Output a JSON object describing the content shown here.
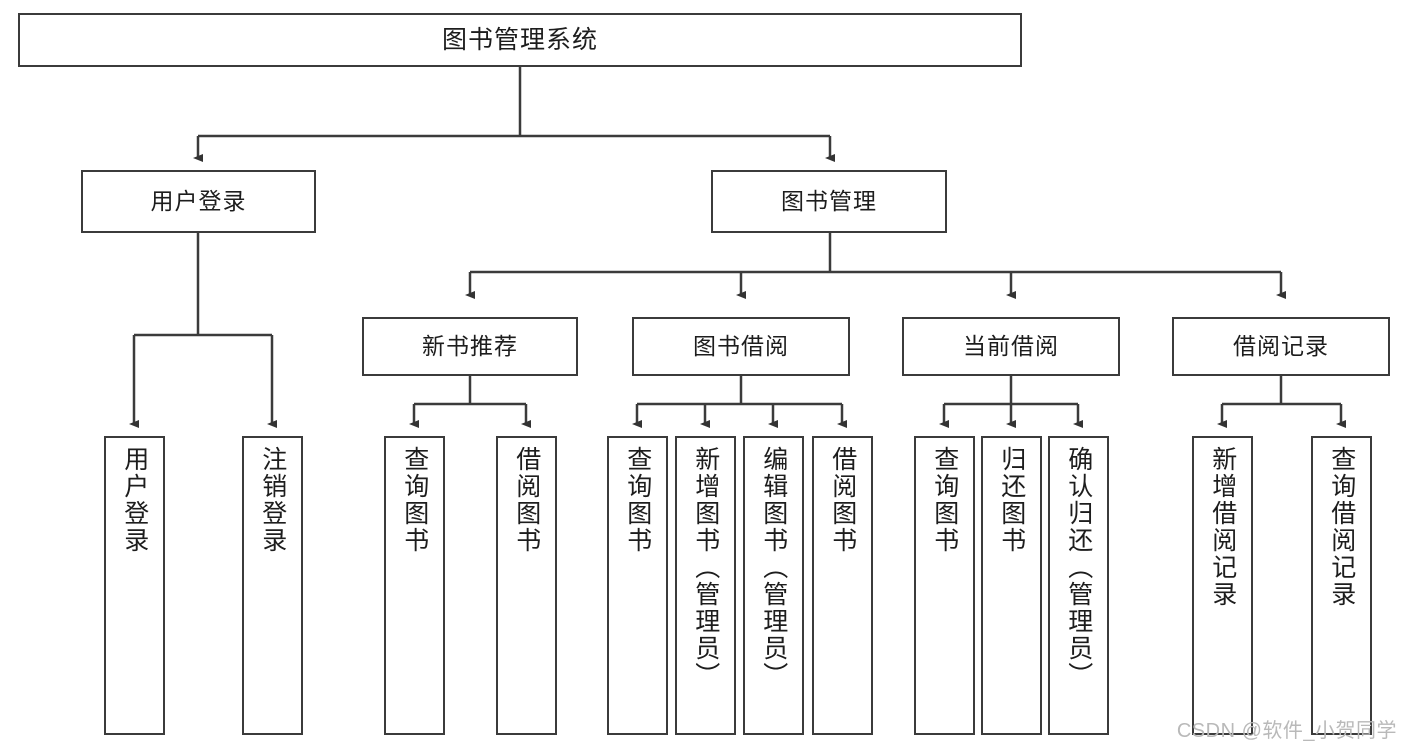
{
  "diagram": {
    "title": "图书管理系统",
    "type": "hierarchy-tree",
    "root": {
      "id": "root",
      "label": "图书管理系统"
    },
    "level2": [
      {
        "id": "user-login",
        "label": "用户登录"
      },
      {
        "id": "book-manage",
        "label": "图书管理"
      }
    ],
    "level3": [
      {
        "id": "new-book-rec",
        "label": "新书推荐",
        "parent": "book-manage"
      },
      {
        "id": "book-borrow",
        "label": "图书借阅",
        "parent": "book-manage"
      },
      {
        "id": "current-borrow",
        "label": "当前借阅",
        "parent": "book-manage"
      },
      {
        "id": "borrow-record",
        "label": "借阅记录",
        "parent": "book-manage"
      }
    ],
    "leaves": [
      {
        "id": "leaf-user-login",
        "label": "用户登录",
        "parent": "user-login"
      },
      {
        "id": "leaf-logout",
        "label": "注销登录",
        "parent": "user-login"
      },
      {
        "id": "leaf-query-book-1",
        "label": "查询图书",
        "parent": "new-book-rec"
      },
      {
        "id": "leaf-borrow-book-1",
        "label": "借阅图书",
        "parent": "new-book-rec"
      },
      {
        "id": "leaf-query-book-2",
        "label": "查询图书",
        "parent": "book-borrow"
      },
      {
        "id": "leaf-add-book",
        "label": "新增图书（管理员）",
        "parent": "book-borrow"
      },
      {
        "id": "leaf-edit-book",
        "label": "编辑图书（管理员）",
        "parent": "book-borrow"
      },
      {
        "id": "leaf-borrow-book-2",
        "label": "借阅图书",
        "parent": "book-borrow"
      },
      {
        "id": "leaf-query-book-3",
        "label": "查询图书",
        "parent": "current-borrow"
      },
      {
        "id": "leaf-return-book",
        "label": "归还图书",
        "parent": "current-borrow"
      },
      {
        "id": "leaf-confirm-return",
        "label": "确认归还（管理员）",
        "parent": "current-borrow"
      },
      {
        "id": "leaf-add-record",
        "label": "新增借阅记录",
        "parent": "borrow-record"
      },
      {
        "id": "leaf-query-record",
        "label": "查询借阅记录",
        "parent": "borrow-record"
      }
    ]
  },
  "watermark": {
    "text": "CSDN @软件_小贺同学"
  },
  "colors": {
    "stroke": "#3b3b3b",
    "background": "#ffffff",
    "text": "#1d1d1d",
    "watermark": "#b9b9b9"
  }
}
